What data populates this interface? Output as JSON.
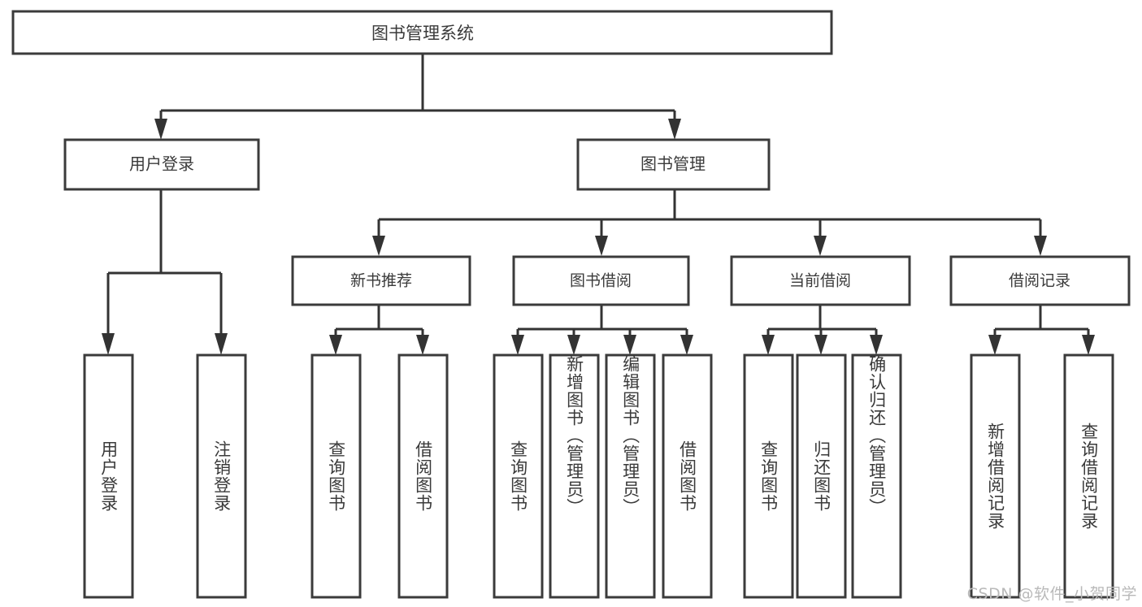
{
  "diagram": {
    "title": "图书管理系统",
    "type": "tree",
    "watermark": "CSDN @软件_小贺同学",
    "colors": {
      "background": "#ffffff",
      "box_fill": "#ffffff",
      "box_stroke": "#3b3b3b",
      "connector": "#333333",
      "text": "#3a3a3a",
      "watermark": "#b9b9b9"
    },
    "root": {
      "label": "图书管理系统"
    },
    "level1": [
      {
        "label": "用户登录"
      },
      {
        "label": "图书管理"
      }
    ],
    "level2": [
      {
        "label": "新书推荐"
      },
      {
        "label": "图书借阅"
      },
      {
        "label": "当前借阅"
      },
      {
        "label": "借阅记录"
      }
    ],
    "leaves": {
      "user_login": [
        {
          "label": "用户登录"
        },
        {
          "label": "注销登录"
        }
      ],
      "new_book_recommend": [
        {
          "label": "查询图书"
        },
        {
          "label": "借阅图书"
        }
      ],
      "book_borrow": [
        {
          "label": "查询图书"
        },
        {
          "label": "新增图书（管理员）"
        },
        {
          "label": "编辑图书（管理员）"
        },
        {
          "label": "借阅图书"
        }
      ],
      "current_borrow": [
        {
          "label": "查询图书"
        },
        {
          "label": "归还图书"
        },
        {
          "label": "确认归还（管理员）"
        }
      ],
      "borrow_record": [
        {
          "label": "新增借阅记录"
        },
        {
          "label": "查询借阅记录"
        }
      ]
    }
  }
}
